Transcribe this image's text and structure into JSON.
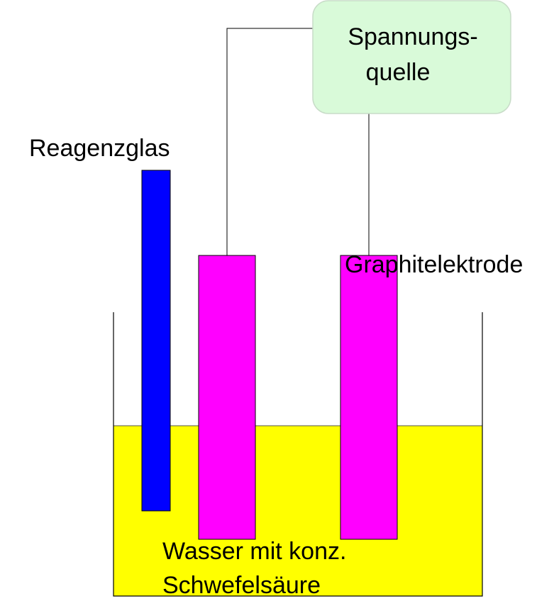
{
  "labels": {
    "power_source_line1": "Spannungs-",
    "power_source_line2": "quelle",
    "test_tube": "Reagenzglas",
    "electrode": "Graphitelektrode",
    "liquid_line1": "Wasser mit konz.",
    "liquid_line2": "Schwefelsäure"
  },
  "colors": {
    "liquid": "#ffff00",
    "test_tube": "#0000ff",
    "electrode": "#ff00ff",
    "power_source": "#d9fad9",
    "outline": "#000000"
  }
}
